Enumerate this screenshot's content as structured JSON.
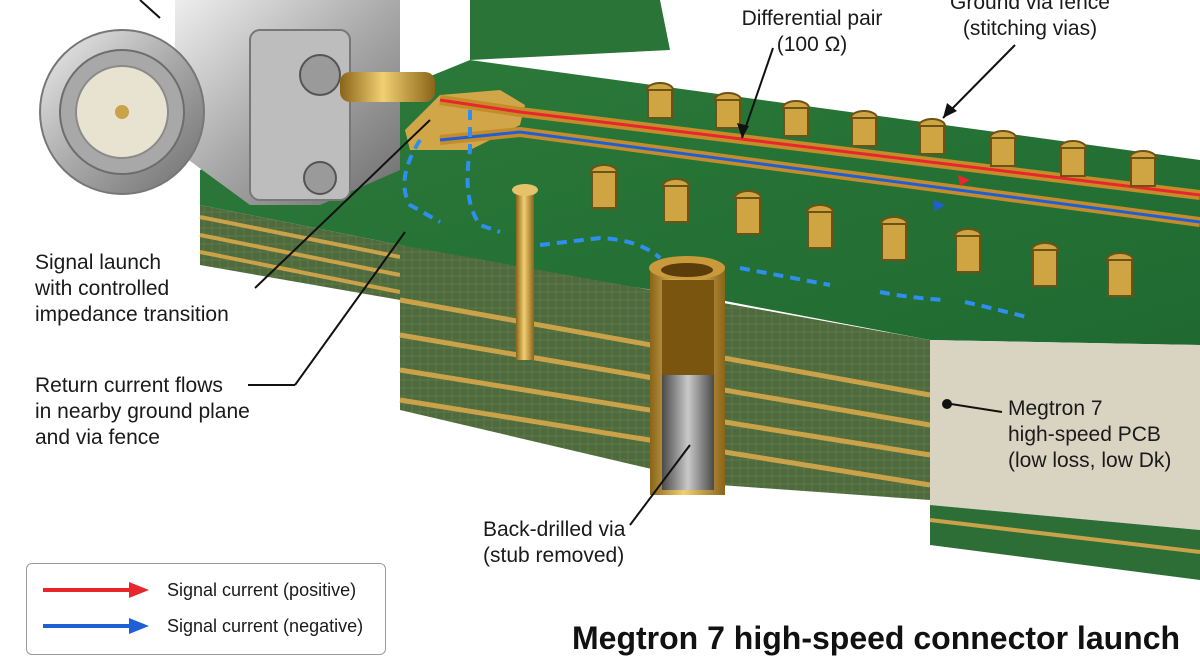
{
  "labels": {
    "differential_pair": "Differential pair\n(100 Ω)",
    "ground_via_fence": "Ground via fence\n(stitching vias)",
    "signal_launch": "Signal launch\nwith controlled\nimpedance transition",
    "return_current": "Return current flows\nin nearby ground plane\nand via fence",
    "back_drilled_via": "Back-drilled via\n(stub removed)",
    "megtron": "Megtron 7\nhigh-speed PCB\n(low loss, low Dk)"
  },
  "legend": {
    "positive": "Signal current (positive)",
    "negative": "Signal current (negative)"
  },
  "title": "Megtron 7 high-speed connector launch",
  "colors": {
    "signal_positive": "#e8262b",
    "signal_negative": "#1f5fd6",
    "return_current": "#2e8ff0",
    "board_green": "#2f7d3c",
    "copper": "#d4a446"
  }
}
